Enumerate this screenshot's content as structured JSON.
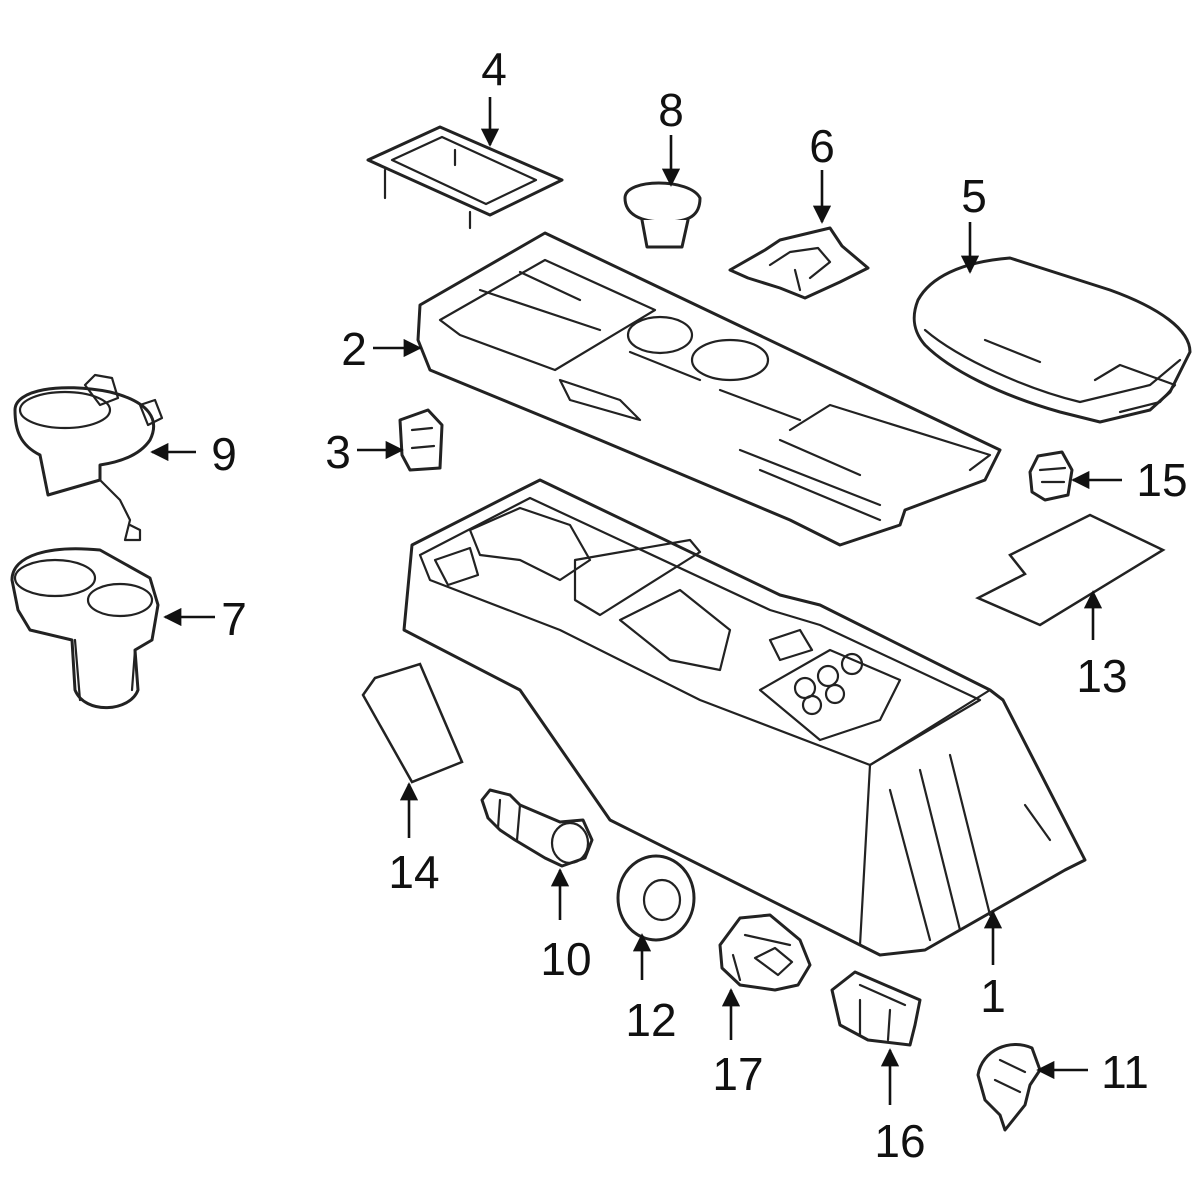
{
  "colors": {
    "line": "#222222",
    "background": "#ffffff"
  },
  "callouts": {
    "c1": "1",
    "c2": "2",
    "c3": "3",
    "c4": "4",
    "c5": "5",
    "c6": "6",
    "c7": "7",
    "c8": "8",
    "c9": "9",
    "c10": "10",
    "c11": "11",
    "c12": "12",
    "c13": "13",
    "c14": "14",
    "c15": "15",
    "c16": "16",
    "c17": "17"
  }
}
